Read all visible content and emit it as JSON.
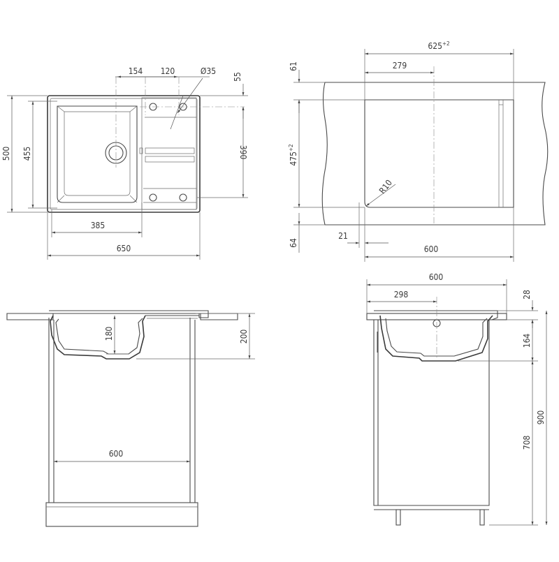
{
  "dimensions": {
    "top_view": {
      "d154": "154",
      "d120": "120",
      "hole": "Ø35",
      "d55": "55",
      "d500": "500",
      "d455": "455",
      "d390": "390",
      "d385": "385",
      "d650": "650"
    },
    "cutout_view": {
      "d625": "625",
      "d625_tol": "+2",
      "d61": "61",
      "d279": "279",
      "d475": "475",
      "d475_tol": "+2",
      "radius": "R10",
      "d64": "64",
      "d21": "21",
      "d600": "600"
    },
    "front_section": {
      "d180": "180",
      "d200": "200",
      "d600": "600"
    },
    "side_section": {
      "d600": "600",
      "d298": "298",
      "d28": "28",
      "d164": "164",
      "d708": "708",
      "d900": "900"
    }
  },
  "colors": {
    "line": "#4a4a4a",
    "text": "#3a3a3a",
    "background": "#ffffff"
  }
}
